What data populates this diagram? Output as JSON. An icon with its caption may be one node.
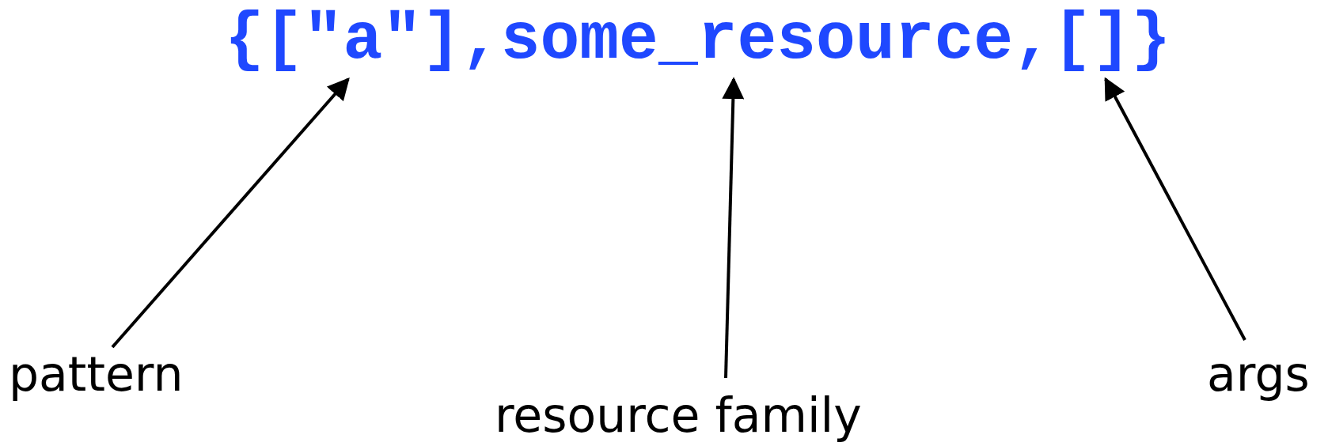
{
  "diagram": {
    "nodes": [
      {
        "text": [
          "{[\"a\"],some_resource,[]}"
        ]
      },
      {
        "text": [
          "pattern"
        ]
      },
      {
        "text": [
          "resource family"
        ]
      },
      {
        "text": [
          "args"
        ]
      }
    ],
    "edges": [
      {
        "from": 1,
        "to": 0,
        "arrow": "to"
      },
      {
        "from": 2,
        "to": 0,
        "arrow": "to"
      },
      {
        "from": 3,
        "to": 0,
        "arrow": "to"
      }
    ]
  }
}
